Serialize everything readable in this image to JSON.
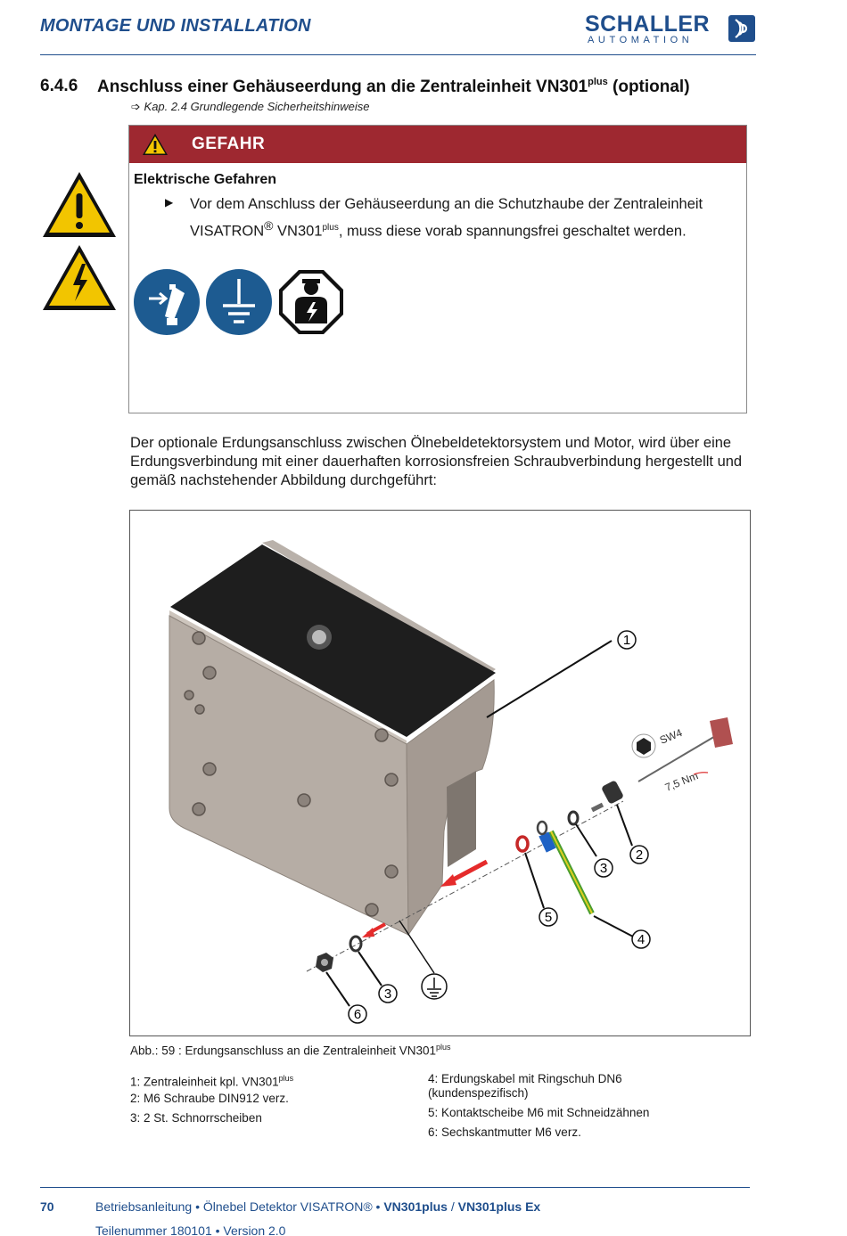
{
  "header": {
    "title": "MONTAGE UND INSTALLATION",
    "logo_text": "SCHALLER",
    "logo_sub": "AUTOMATION"
  },
  "section": {
    "number": "6.4.6",
    "title_main": "Anschluss einer Gehäuseerdung an die Zentraleinheit VN301",
    "title_sup": "plus",
    "title_suffix": " (optional)",
    "xref_arrow": "➩",
    "xref": "Kap. 2.4 Grundlegende Sicherheitshinweise"
  },
  "danger": {
    "label": "GEFAHR",
    "subtitle": "Elektrische Gefahren",
    "bullet": "▶",
    "text_1": "Vor dem Anschluss der Gehäuseerdung an die Schutzhaube der Zentraleinheit VISATRON",
    "text_reg": "®",
    "text_2": " VN301",
    "text_sup": "plus",
    "text_3": ", muss diese vorab spannungsfrei geschaltet werden."
  },
  "body": {
    "paragraph": "Der optionale Erdungsanschluss zwischen Ölnebeldetektorsystem und Motor, wird über eine Erdungsverbindung mit einer dauerhaften korrosionsfreien Schraubverbindung hergestellt und gemäß nachstehender Abbildung durchgeführt:"
  },
  "figure": {
    "label_sw": "SW4",
    "label_torque": "7,5 Nm",
    "callouts": [
      "1",
      "2",
      "3",
      "4",
      "5",
      "6",
      "3"
    ]
  },
  "caption": {
    "prefix": "Abb.: 59 : ",
    "text": "Erdungsanschluss an die Zentraleinheit VN301",
    "sup": "plus"
  },
  "legend": {
    "item_1": "1: Zentraleinheit kpl. VN301",
    "item_1_sup": "plus",
    "item_2": "2: M6 Schraube DIN912 verz.",
    "item_3": "3: 2 St. Schnorrscheiben",
    "item_4": "4: Erdungskabel mit Ringschuh DN6 (kundenspezifisch)",
    "item_5": "5: Kontaktscheibe M6 mit Schneidzähnen",
    "item_6": "6: Sechskantmutter M6 verz."
  },
  "footer": {
    "page": "70",
    "line1_plain": "Betriebsanleitung • Ölnebel Detektor VISATRON® • ",
    "line1_bold_a": "VN301plus",
    "line1_sep": " / ",
    "line1_bold_b": "VN301plus Ex",
    "line2": "Teilenummer 180101 • Version 2.0"
  },
  "colors": {
    "brand_blue": "#1f4e8c",
    "danger_red": "#9e2830",
    "warning_yellow": "#f2c500",
    "mandatory_blue": "#1d5b91"
  }
}
